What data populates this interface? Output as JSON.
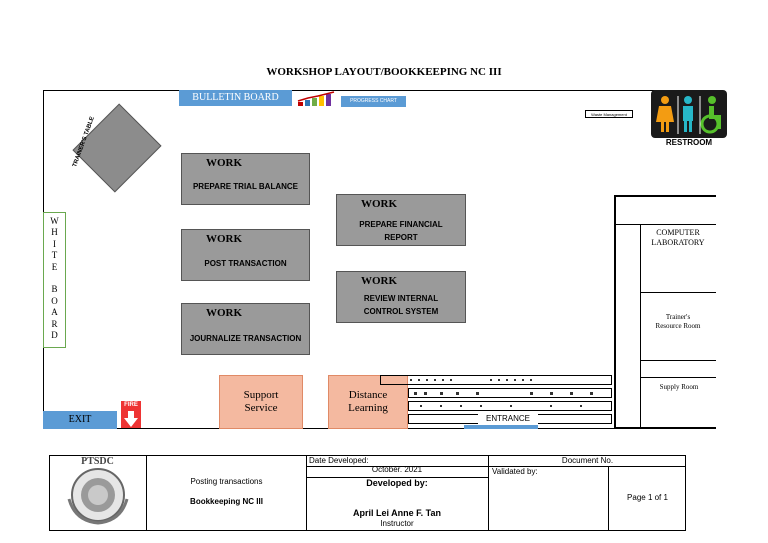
{
  "title": "WORKSHOP LAYOUT/BOOKKEEPING NC III",
  "bulletin_board": "BULLETIN BOARD",
  "progress_chart": "PROGRESS CHART",
  "waste_management": "Waste Management",
  "restroom": "RESTROOM",
  "trainers_table": "TRAINER'S TABLE",
  "white_board": [
    "W",
    "H",
    "I",
    "T",
    "E",
    "",
    "B",
    "O",
    "A",
    "R",
    "D"
  ],
  "work_stations": [
    {
      "work": "WORK",
      "label": "PREPARE TRIAL BALANCE"
    },
    {
      "work": "WORK",
      "label": "POST TRANSACTION"
    },
    {
      "work": "WORK",
      "label": "JOURNALIZE TRANSACTION"
    },
    {
      "work": "WORK",
      "label": "PREPARE FINANCIAL REPORT"
    },
    {
      "work": "WORK",
      "label": "REVIEW INTERNAL CONTROL SYSTEM"
    }
  ],
  "support_service": "Support Service",
  "distance_learning": "Distance Learning",
  "computer_laboratory": "COMPUTER LABORATORY",
  "trainers_resource_room": "Trainer's Resource Room",
  "supply_room": "Supply Room",
  "exit": "EXIT",
  "fire": "FIRE",
  "entrance": "ENTRANCE",
  "footer": {
    "org": "PTSDC",
    "posting": "Posting transactions",
    "course": "Bookkeeping NC III",
    "date_label": "Date Developed:",
    "date_value": "October. 2021",
    "developed_by": "Developed by:",
    "author": "April Lei Anne F. Tan",
    "role": "Instructor",
    "validated_by": "Validated by:",
    "document_no": "Document No.",
    "page": "Page 1 of 1"
  },
  "colors": {
    "work_gray": "#9a9a9a",
    "salmon": "#f4b9a0",
    "blue": "#5b9bd5",
    "whiteboard_border": "#6aa84f"
  }
}
